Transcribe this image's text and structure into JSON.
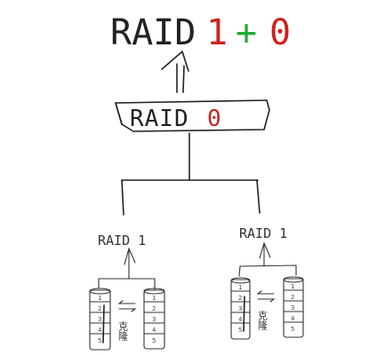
{
  "title": {
    "raid": "RAID",
    "one": "1",
    "plus": "+",
    "zero": "0"
  },
  "raid0_box": {
    "raid": "RAID",
    "zero": "0"
  },
  "mirror_groups": [
    {
      "label": "RAID 1",
      "left_disk_numbers": [
        "1",
        "2",
        "3",
        "4",
        "5"
      ],
      "right_disk_numbers": [
        "1",
        "2",
        "3",
        "4",
        "5"
      ],
      "mirror_note": "克隆"
    },
    {
      "label": "RAID 1",
      "left_disk_numbers": [
        "1",
        "2",
        "3",
        "4",
        "5"
      ],
      "right_disk_numbers": [
        "1",
        "2",
        "3",
        "4",
        "5"
      ],
      "mirror_note": "克隆"
    }
  ],
  "colors": {
    "ink": "#222222",
    "red": "#cc2222",
    "green": "#22aa33"
  }
}
